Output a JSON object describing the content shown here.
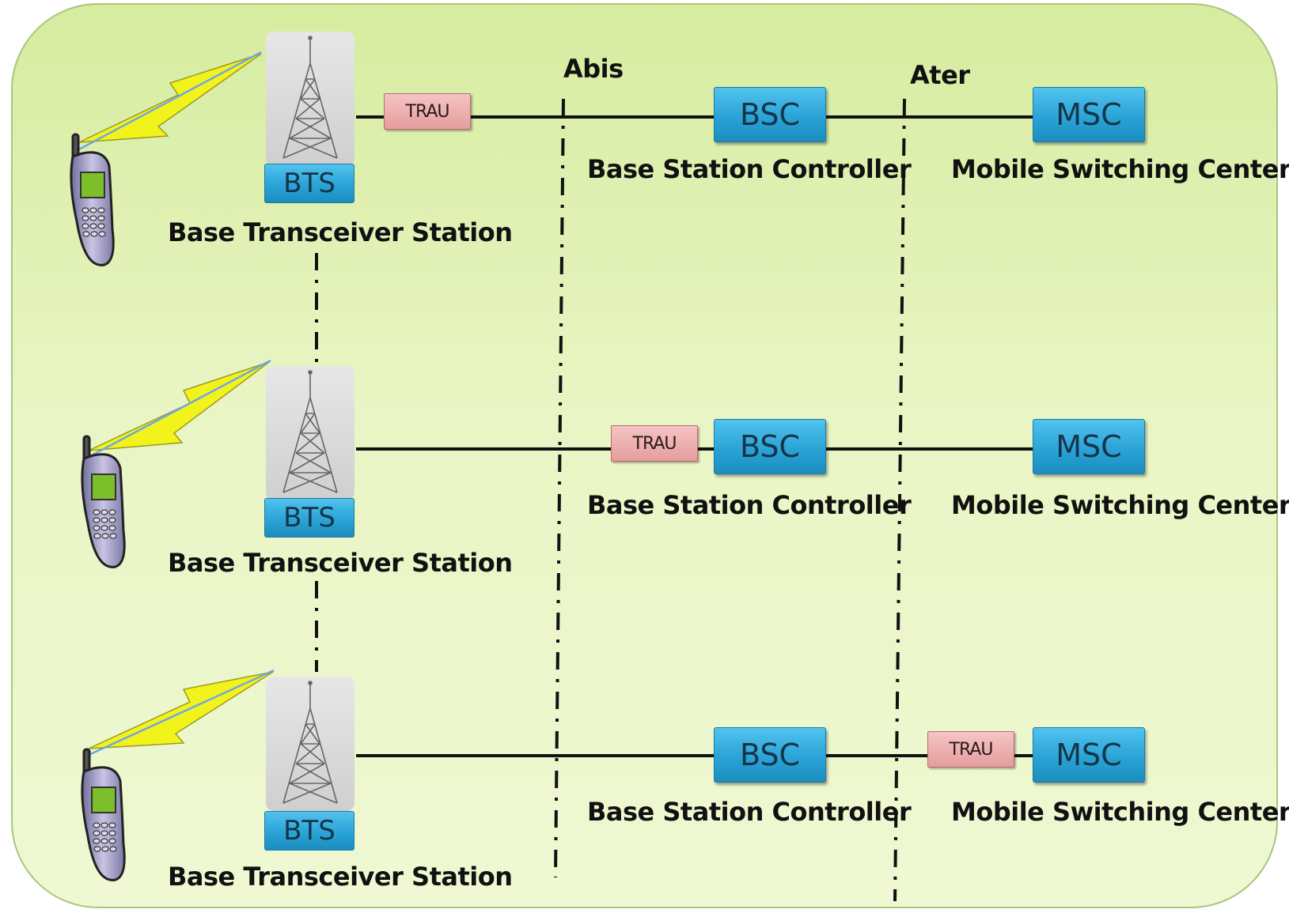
{
  "interfaces": {
    "abis": "Abis",
    "ater": "Ater"
  },
  "rows": [
    {
      "bts_label": "BTS",
      "bts_caption": "Base Transceiver  Station",
      "trau_label": "TRAU",
      "bsc_label": "BSC",
      "bsc_caption": "Base Station Controller",
      "msc_label": "MSC",
      "msc_caption": "Mobile Switching Center"
    },
    {
      "bts_label": "BTS",
      "bts_caption": "Base Transceiver  Station",
      "trau_label": "TRAU",
      "bsc_label": "BSC",
      "bsc_caption": "Base Station Controller",
      "msc_label": "MSC",
      "msc_caption": "Mobile Switching Center"
    },
    {
      "bts_label": "BTS",
      "bts_caption": "Base Transceiver  Station",
      "trau_label": "TRAU",
      "bsc_label": "BSC",
      "bsc_caption": "Base Station Controller",
      "msc_label": "MSC",
      "msc_caption": "Mobile Switching Center"
    }
  ],
  "colors": {
    "panel": "#e6f3bd",
    "node": "#2aa3d6",
    "trau": "#eba9a9",
    "link": "#111111",
    "lightning": "#f2f21a"
  },
  "icons": [
    "mobile-phone-icon",
    "radio-tower-icon",
    "lightning-bolt-icon"
  ]
}
